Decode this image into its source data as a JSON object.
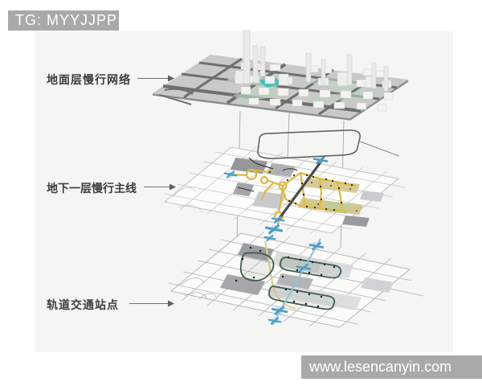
{
  "watermark_badge": {
    "text": "TG: MYYJJPP",
    "bg": "#a9a9a9",
    "color": "#ffffff"
  },
  "site_watermark": {
    "text": "www.lesencanyin.com",
    "bg": "#a9a9a9",
    "color": "#ffffff"
  },
  "diagram": {
    "type": "exploded-axonometric-layers",
    "layers": [
      {
        "id": "ground",
        "label": "地面层慢行网络",
        "leader": "arrow-right"
      },
      {
        "id": "underground",
        "label": "地下一层慢行主线",
        "leader": "arrow-right"
      },
      {
        "id": "rail",
        "label": "轨道交通站点",
        "leader": "arrow-right"
      }
    ],
    "colors": {
      "photo_bg": "#f5f5f4",
      "ground_plane": "#c9c9c8",
      "ground_road": "#6f6f6f",
      "green_space": "#b5d4b8",
      "pond_teal": "#3fc0b8",
      "path_yellow": "#ddba45",
      "rail_dark": "#4b4b4b",
      "station_blue": "#4e9dc7",
      "loop_green": "#3f5e50",
      "street_light": "#b9b9bf",
      "label_text": "#3c3c3c"
    }
  }
}
